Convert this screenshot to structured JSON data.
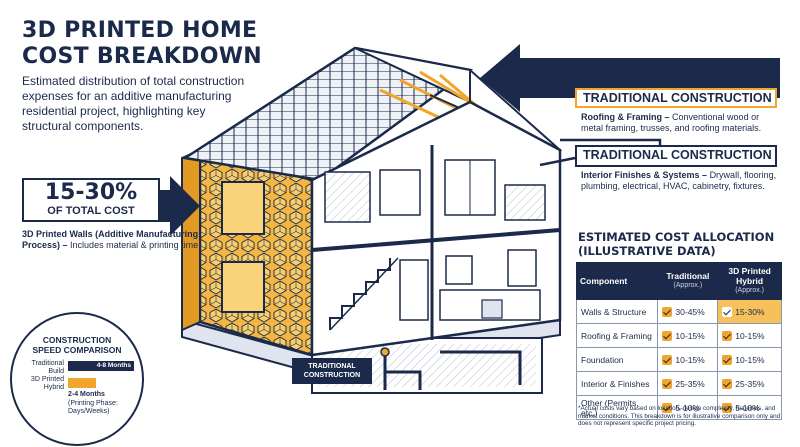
{
  "header": {
    "title_line1": "3D PRINTED HOME",
    "title_line2": "COST BREAKDOWN",
    "intro": "Estimated distribution of total construction expenses for an additive manufacturing residential project, highlighting key structural components."
  },
  "walls_callout": {
    "percent": "15-30%",
    "percent_sub": "OF TOTAL COST",
    "label_bold": "3D Printed Walls (Additive Manufacturing Process) –",
    "label_rest": "Includes material & printing time."
  },
  "roofing_callout": {
    "heading": "TRADITIONAL CONSTRUCTION",
    "label_bold": "Roofing & Framing –",
    "label_rest": "Conventional wood or metal framing, trusses, and roofing materials."
  },
  "interior_callout": {
    "heading": "TRADITIONAL CONSTRUCTION",
    "label_bold": "Interior Finishes & Systems –",
    "label_rest": "Drywall, flooring, plumbing, electrical, HVAC, cabinetry, fixtures."
  },
  "foundation_badge": {
    "line1": "TRADITIONAL",
    "line2": "CONSTRUCTION"
  },
  "allocation": {
    "title_line1": "ESTIMATED COST ALLOCATION",
    "title_line2": "(ILLUSTRATIVE DATA)",
    "headers": {
      "component": "Component",
      "traditional": "Traditional",
      "traditional_sub": "(Approx.)",
      "hybrid": "3D Printed Hybrid",
      "hybrid_sub": "(Approx.)"
    },
    "rows": [
      {
        "component": "Walls & Structure",
        "traditional": "30-45%",
        "hybrid": "15-30%"
      },
      {
        "component": "Roofing & Framing",
        "traditional": "10-15%",
        "hybrid": "10-15%"
      },
      {
        "component": "Foundation",
        "traditional": "10-15%",
        "hybrid": "10-15%"
      },
      {
        "component": "Interior & Finishes",
        "traditional": "25-35%",
        "hybrid": "25-35%"
      },
      {
        "component": "Other (Permits, etc.)",
        "traditional": "5-10%",
        "hybrid": "5-10%"
      }
    ],
    "footnote": "*Actual costs vary based on location, design complexity, materials, and market conditions. This breakdown is for illustrative comparison only and does not represent specific project pricing."
  },
  "speed": {
    "title_line1": "CONSTRUCTION",
    "title_line2": "SPEED COMPARISON",
    "traditional_label": "Traditional Build",
    "traditional_value": "4-8 Months",
    "hybrid_label": "3D Printed Hybrid",
    "hybrid_value": "2-4 Months",
    "hybrid_note": "(Printing Phase: Days/Weeks)"
  },
  "colors": {
    "navy": "#1b2a4a",
    "accent": "#f2a52b",
    "highlight": "#f6c05a"
  }
}
